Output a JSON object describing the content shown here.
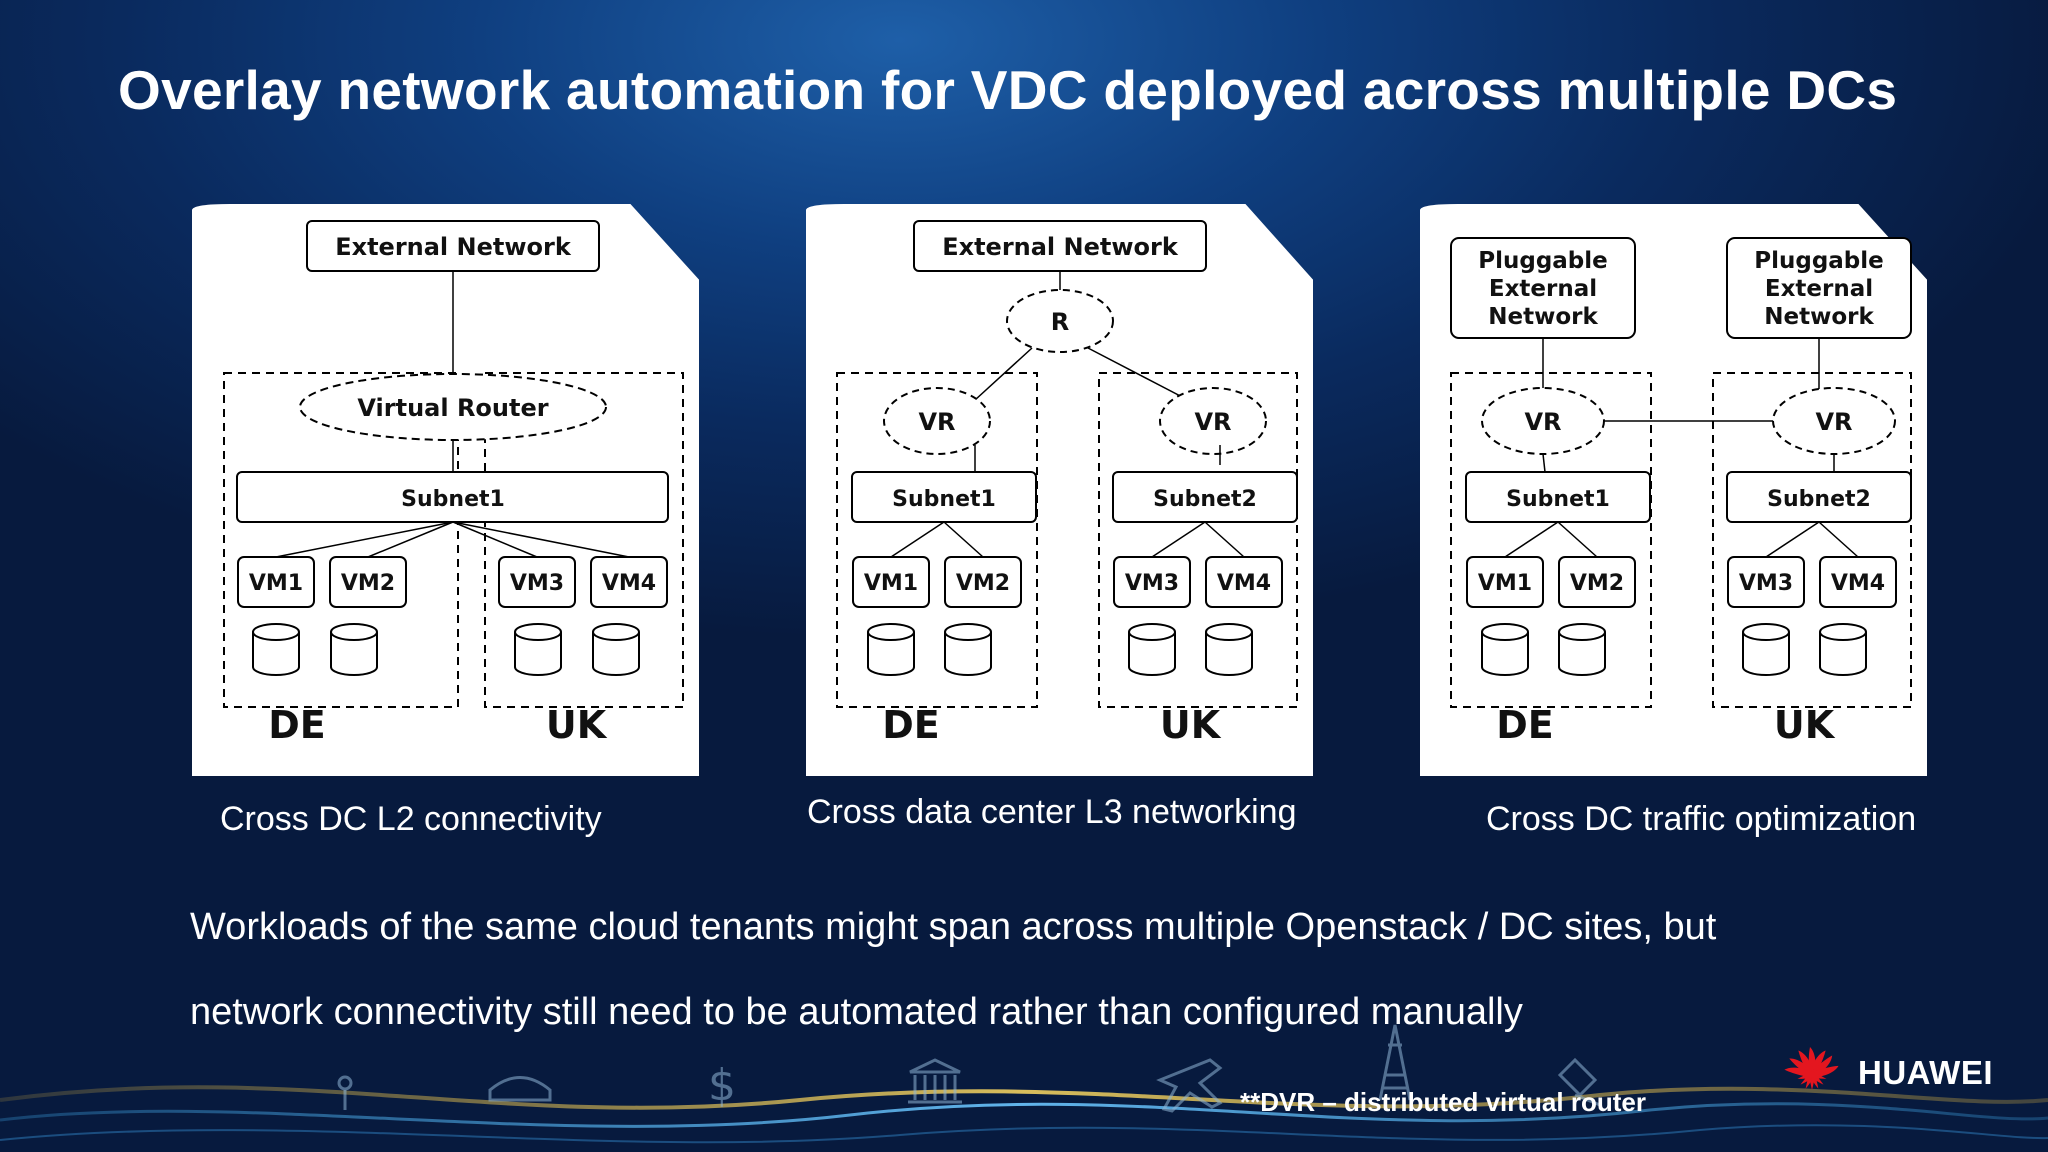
{
  "slide": {
    "title": "Overlay network automation for VDC deployed across multiple DCs",
    "body_line1": "Workloads of the same cloud tenants might span across multiple Openstack / DC sites, but",
    "body_line2": "network connectivity still need to be automated rather than configured manually",
    "footnote": "**DVR – distributed virtual router",
    "brand": "HUAWEI"
  },
  "diagrams": [
    {
      "caption": "Cross DC L2 connectivity",
      "external": "External Network",
      "router": "Virtual Router",
      "subnet": "Subnet1",
      "vms": [
        "VM1",
        "VM2",
        "VM3",
        "VM4"
      ],
      "sites": [
        "DE",
        "UK"
      ]
    },
    {
      "caption": "Cross data center L3 networking",
      "external": "External Network",
      "core_router": "R",
      "routers": [
        "VR",
        "VR"
      ],
      "subnets": [
        "Subnet1",
        "Subnet2"
      ],
      "vms": [
        "VM1",
        "VM2",
        "VM3",
        "VM4"
      ],
      "sites": [
        "DE",
        "UK"
      ]
    },
    {
      "caption": "Cross DC traffic optimization",
      "externals": [
        "Pluggable\nExternal\nNetwork",
        "Pluggable\nExternal\nNetwork"
      ],
      "routers": [
        "VR",
        "VR"
      ],
      "subnets": [
        "Subnet1",
        "Subnet2"
      ],
      "vms": [
        "VM1",
        "VM2",
        "VM3",
        "VM4"
      ],
      "sites": [
        "DE",
        "UK"
      ]
    }
  ]
}
